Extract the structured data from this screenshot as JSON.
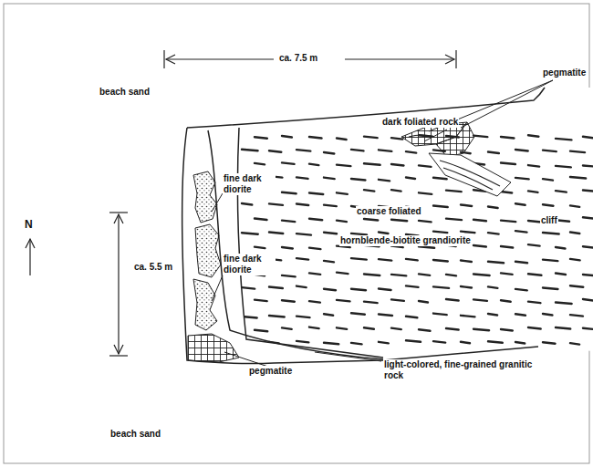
{
  "diagram": {
    "labels": [
      "ca. 7.5 m",
      "pegmatite",
      "beach sand",
      "dark foliated rock",
      "N",
      "ca. 5.5 m",
      "fine dark diorite",
      "coarse foliated",
      "cliff",
      "hornblende-biotite grandiorite",
      "fine dark diorite",
      "pegmatite",
      "light-colored, fine-grained granitic rock",
      "beach sand"
    ]
  }
}
